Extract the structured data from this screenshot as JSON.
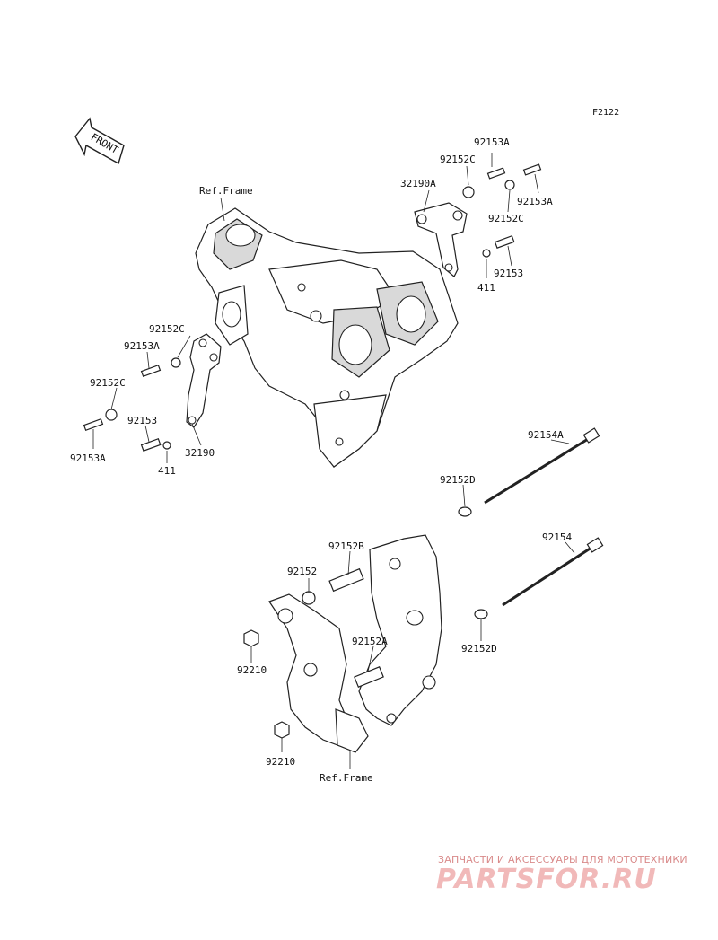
{
  "figure_code": "F2122",
  "front_arrow_label": "FRONT",
  "labels": {
    "ref_frame_top": "Ref.Frame",
    "ref_frame_bottom": "Ref.Frame",
    "p92153A_1": "92153A",
    "p92152C_1": "92152C",
    "p32190A": "32190A",
    "p92153A_2": "92153A",
    "p92152C_2": "92152C",
    "p92153_1": "92153",
    "p411_1": "411",
    "p92152C_3": "92152C",
    "p92153A_3": "92153A",
    "p92152C_4": "92152C",
    "p92153_2": "92153",
    "p92153A_4": "92153A",
    "p411_2": "411",
    "p32190": "32190",
    "p92154A": "92154A",
    "p92152D_1": "92152D",
    "p92152B": "92152B",
    "p92154": "92154",
    "p92152": "92152",
    "p92152A": "92152A",
    "p92152D_2": "92152D",
    "p92210_1": "92210",
    "p92210_2": "92210"
  },
  "watermark": {
    "tagline": "ЗАПЧАСТИ И АКСЕССУАРЫ ДЛЯ МОТОТЕХНИКИ",
    "brand": "PARTSFOR.RU"
  }
}
